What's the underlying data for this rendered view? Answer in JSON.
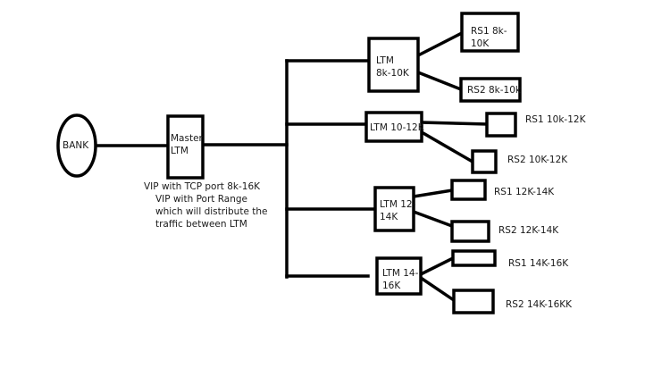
{
  "diagram": {
    "title": "",
    "source": {
      "label": "BANK",
      "shape": "ellipse"
    },
    "master": {
      "label_line1": "Master",
      "label_line2": "LTM",
      "notes": [
        "VIP with TCP port 8k-16K",
        "VIP with Port Range",
        "which will distribute the",
        "traffic between LTM"
      ]
    },
    "ltms": [
      {
        "label_line1": "LTM",
        "label_line2": "8k-10K",
        "servers": [
          {
            "label_line1": "RS1 8k-",
            "label_line2": "10K"
          },
          {
            "label_line1": "RS2 8k-10k",
            "label_line2": ""
          }
        ]
      },
      {
        "label_line1": "LTM 10-12K",
        "label_line2": "",
        "servers": [
          {
            "label_line1": "RS1 10k-12K",
            "label_line2": ""
          },
          {
            "label_line1": "RS2 10K-12K",
            "label_line2": ""
          }
        ]
      },
      {
        "label_line1": "LTM 12-",
        "label_line2": "14K",
        "servers": [
          {
            "label_line1": "RS1 12K-14K",
            "label_line2": ""
          },
          {
            "label_line1": "RS2 12K-14K",
            "label_line2": ""
          }
        ]
      },
      {
        "label_line1": "LTM 14-",
        "label_line2": "16K",
        "servers": [
          {
            "label_line1": "RS1 14K-16K",
            "label_line2": ""
          },
          {
            "label_line1": "RS2 14K-16KK",
            "label_line2": ""
          }
        ]
      }
    ],
    "edges": [
      {
        "from": "BANK",
        "to": "Master LTM"
      },
      {
        "from": "Master LTM",
        "to": "LTM 8k-10K"
      },
      {
        "from": "Master LTM",
        "to": "LTM 10-12K"
      },
      {
        "from": "Master LTM",
        "to": "LTM 12-14K"
      },
      {
        "from": "Master LTM",
        "to": "LTM 14-16K"
      },
      {
        "from": "LTM 8k-10K",
        "to": "RS1 8k-10K"
      },
      {
        "from": "LTM 8k-10K",
        "to": "RS2 8k-10k"
      },
      {
        "from": "LTM 10-12K",
        "to": "RS1 10k-12K"
      },
      {
        "from": "LTM 10-12K",
        "to": "RS2 10K-12K"
      },
      {
        "from": "LTM 12-14K",
        "to": "RS1 12K-14K"
      },
      {
        "from": "LTM 12-14K",
        "to": "RS2 12K-14K"
      },
      {
        "from": "LTM 14-16K",
        "to": "RS1 14K-16K"
      },
      {
        "from": "LTM 14-16K",
        "to": "RS2 14K-16KK"
      }
    ]
  }
}
